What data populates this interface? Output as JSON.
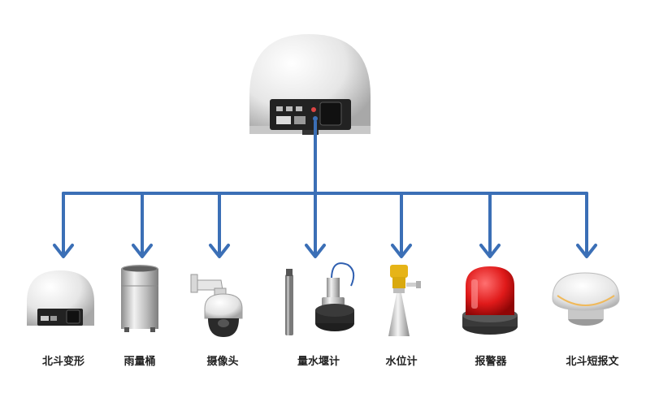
{
  "hub": {
    "name": "main-terminal"
  },
  "devices": [
    {
      "id": "beidou-terminal",
      "label": "北斗变形"
    },
    {
      "id": "rain-gauge",
      "label": "雨量桶"
    },
    {
      "id": "camera",
      "label": "摄像头"
    },
    {
      "id": "weir-meter",
      "label": "量水堰计"
    },
    {
      "id": "water-level-meter",
      "label": "水位计"
    },
    {
      "id": "alarm",
      "label": "报警器"
    },
    {
      "id": "beidou-sms",
      "label": "北斗短报文"
    }
  ],
  "colors": {
    "connector": "#3b6fb6",
    "alarm_red": "#e01a1a",
    "dome": "#eeeeee"
  }
}
